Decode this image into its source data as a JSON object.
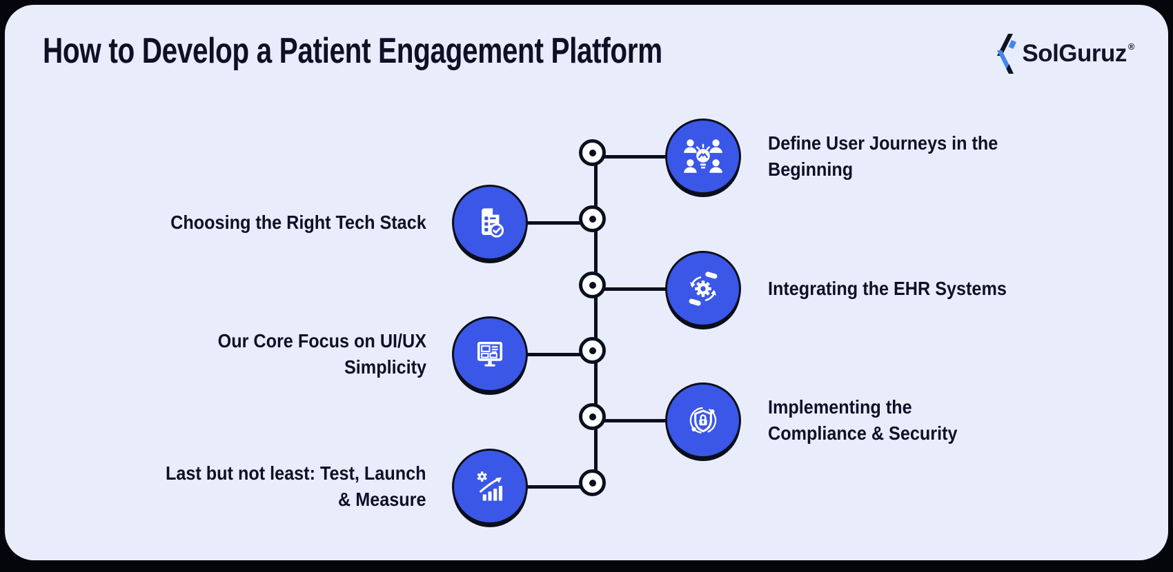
{
  "header": {
    "title": "How to Develop a Patient Engagement Platform"
  },
  "logo": {
    "name": "SolGuruz",
    "registered_mark": "®"
  },
  "colors": {
    "card_background": "#E9EDFB",
    "frame_background": "#05060C",
    "accent_blue": "#3A57E7",
    "logo_blue": "#4385F0",
    "text_dark": "#0D1126",
    "line_black": "#0B0E1C"
  },
  "timeline": {
    "steps": [
      {
        "icon": "brainstorm-people-bulb-icon",
        "side": "right",
        "label_lines": [
          "Define User Journeys in the",
          "Beginning"
        ]
      },
      {
        "icon": "document-checklist-icon",
        "side": "left",
        "label_lines": [
          "Choosing the Right Tech Stack"
        ]
      },
      {
        "icon": "integration-gear-hands-icon",
        "side": "right",
        "label_lines": [
          "Integrating the EHR Systems"
        ]
      },
      {
        "icon": "uiux-monitor-wireframe-icon",
        "side": "left",
        "label_lines": [
          "Our Core Focus on UI/UX",
          "Simplicity"
        ]
      },
      {
        "icon": "security-shield-lock-icon",
        "side": "right",
        "label_lines": [
          "Implementing the",
          "Compliance & Security"
        ]
      },
      {
        "icon": "growth-chart-arrow-icon",
        "side": "left",
        "label_lines": [
          "Last but not least: Test, Launch",
          "& Measure"
        ]
      }
    ]
  }
}
